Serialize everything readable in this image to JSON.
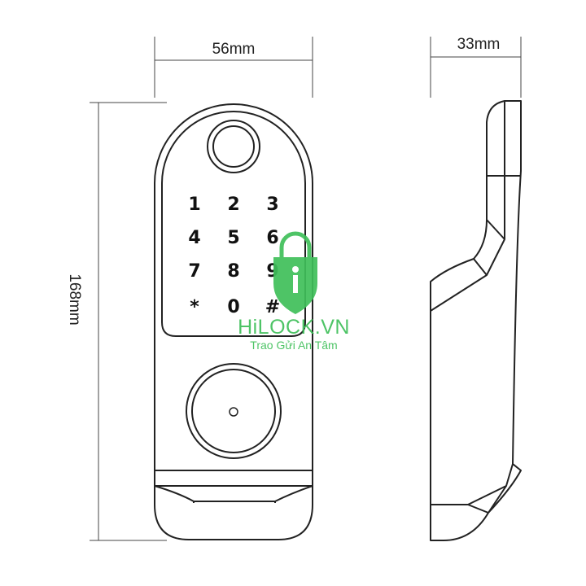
{
  "dimensions": {
    "width": "56mm",
    "depth": "33mm",
    "height": "168mm"
  },
  "keypad": {
    "keys": [
      "1",
      "2",
      "3",
      "4",
      "5",
      "6",
      "7",
      "8",
      "9",
      "*",
      "0",
      "#"
    ]
  },
  "watermark": {
    "brand": "HiLOCK.VN",
    "tagline": "Trao Gửi An Tâm",
    "color": "#3fbf5a",
    "icon": "shield-lock-icon"
  },
  "colors": {
    "line": "#222222",
    "background": "#ffffff"
  }
}
